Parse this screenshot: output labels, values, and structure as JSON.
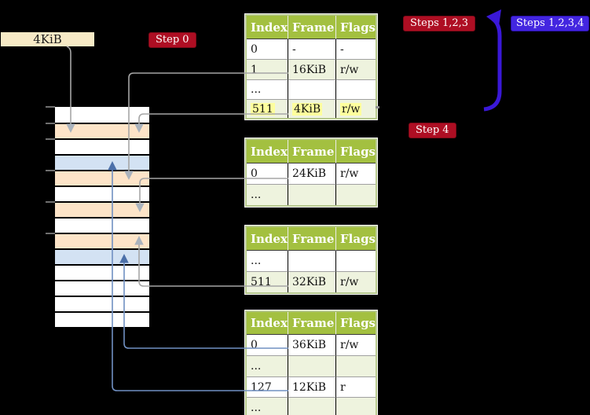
{
  "page_size_label": "4KiB",
  "badges": {
    "step0": "Step 0",
    "steps123": "Steps 1,2,3",
    "steps1234": "Steps 1,2,3,4",
    "step4": "Step 4"
  },
  "tables": [
    {
      "id": "level-4",
      "headers": [
        "Index",
        "Frame",
        "Flags"
      ],
      "rows": [
        {
          "cells": [
            "0",
            "-",
            "-"
          ]
        },
        {
          "cells": [
            "1",
            "16KiB",
            "r/w"
          ]
        },
        {
          "cells": [
            "...",
            "",
            ""
          ]
        },
        {
          "cells": [
            "511",
            "4KiB",
            "r/w"
          ],
          "highlight": true
        }
      ]
    },
    {
      "id": "level-3",
      "headers": [
        "Index",
        "Frame",
        "Flags"
      ],
      "rows": [
        {
          "cells": [
            "0",
            "24KiB",
            "r/w"
          ]
        },
        {
          "cells": [
            "...",
            "",
            ""
          ]
        }
      ]
    },
    {
      "id": "level-2",
      "headers": [
        "Index",
        "Frame",
        "Flags"
      ],
      "rows": [
        {
          "cells": [
            "...",
            "",
            ""
          ]
        },
        {
          "cells": [
            "511",
            "32KiB",
            "r/w"
          ]
        }
      ]
    },
    {
      "id": "level-1",
      "headers": [
        "Index",
        "Frame",
        "Flags"
      ],
      "rows": [
        {
          "cells": [
            "0",
            "36KiB",
            "r/w"
          ]
        },
        {
          "cells": [
            "...",
            "",
            ""
          ]
        },
        {
          "cells": [
            "127",
            "12KiB",
            "r"
          ]
        },
        {
          "cells": [
            "...",
            "",
            ""
          ]
        }
      ]
    }
  ],
  "memory": {
    "row_fills": [
      "white",
      "peach",
      "white",
      "blue",
      "peach",
      "white",
      "peach",
      "white",
      "peach",
      "blue",
      "white",
      "white",
      "white",
      "white"
    ],
    "tick_count": 6
  },
  "connectors": [
    {
      "from": "page-size-label",
      "to": "frame-4kib",
      "style": "gray"
    },
    {
      "from": "level-4 index 511",
      "to": "frame-4kib",
      "style": "gray"
    },
    {
      "from": "level-4 index 1",
      "to": "frame-16kib",
      "style": "gray"
    },
    {
      "from": "level-3 index 0",
      "to": "frame-24kib",
      "style": "gray"
    },
    {
      "from": "level-2 index 511",
      "to": "frame-32kib",
      "style": "gray"
    },
    {
      "from": "level-1 index 0",
      "to": "frame-36kib",
      "style": "steel-blue"
    },
    {
      "from": "level-1 index 127",
      "to": "frame-12kib",
      "style": "steel-blue"
    },
    {
      "from": "level-4 index 511 row",
      "to": "top arrow loop",
      "style": "thick-blue"
    }
  ],
  "colors": {
    "background": "#000000",
    "table_header_green": "#a3c040",
    "table_border_sage": "#b7c98e",
    "row_shade_green": "#eef3de",
    "highlight_yellow": "#feff9d",
    "frame_peach": "#fde4c8",
    "frame_blue": "#d3e2f3",
    "label_cream": "#f7eac6",
    "badge_red": "#ae0e23",
    "badge_blue": "#4326e0",
    "loop_arrow_blue": "#3a18d8",
    "connector_gray": "#a6a6a6",
    "connector_steel": "#7090c2"
  }
}
